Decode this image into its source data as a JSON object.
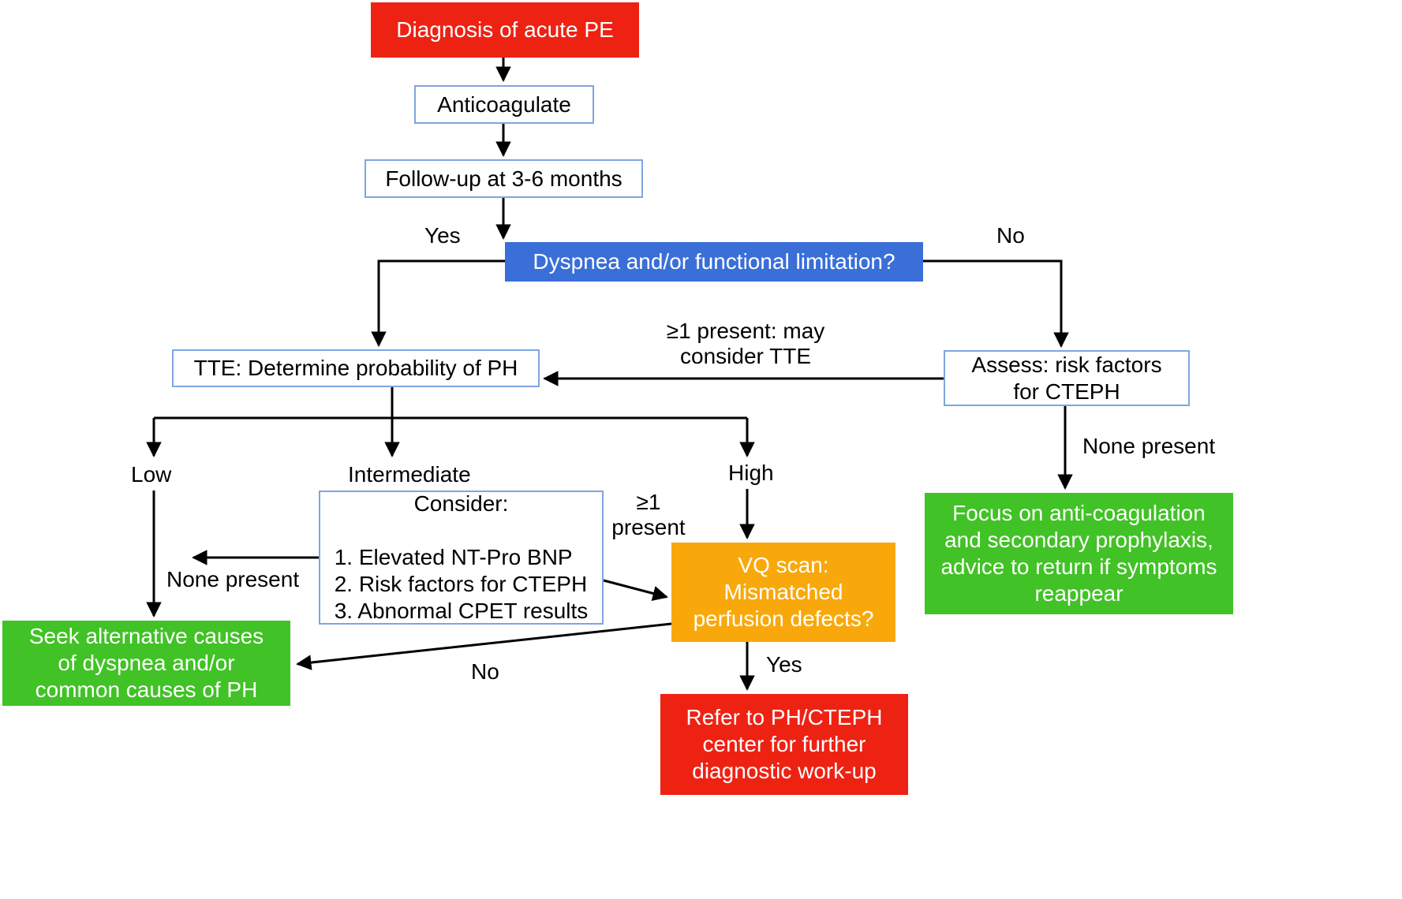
{
  "colors": {
    "red": "#EE2213",
    "blue": "#3A6FD8",
    "green": "#41C226",
    "orange": "#F9A80B",
    "box_border": "#7EA6E0"
  },
  "nodes": {
    "diagnosis": {
      "text": "Diagnosis of acute PE"
    },
    "anticoagulate": {
      "text": "Anticoagulate"
    },
    "followup": {
      "text": "Follow-up at 3-6 months"
    },
    "dyspnea": {
      "text": "Dyspnea and/or functional limitation?"
    },
    "tte": {
      "text": "TTE: Determine probability of PH"
    },
    "assess": {
      "lines": [
        "Assess: risk factors",
        "for CTEPH"
      ]
    },
    "focus": {
      "lines": [
        "Focus on anti-coagulation",
        "and secondary prophylaxis,",
        "advice to return if symptoms",
        "reappear"
      ]
    },
    "consider": {
      "title": "Consider:",
      "items": [
        "1. Elevated NT-Pro BNP",
        "2. Risk factors for CTEPH",
        "3. Abnormal CPET results"
      ]
    },
    "vq": {
      "lines": [
        "VQ scan:",
        "Mismatched",
        "perfusion defects?"
      ]
    },
    "seek": {
      "lines": [
        "Seek alternative causes",
        "of dyspnea and/or",
        "common causes of PH"
      ]
    },
    "refer": {
      "lines": [
        "Refer to PH/CTEPH",
        "center for further",
        "diagnostic work-up"
      ]
    }
  },
  "labels": {
    "yes_top": "Yes",
    "no_top": "No",
    "consider_tte": [
      "≥1 present: may",
      "consider TTE"
    ],
    "none_present_right": "None present",
    "low": "Low",
    "intermediate": "Intermediate",
    "high": "High",
    "none_present_left": "None present",
    "ge1_present": [
      "≥1",
      "present"
    ],
    "no_vq": "No",
    "yes_vq": "Yes"
  }
}
